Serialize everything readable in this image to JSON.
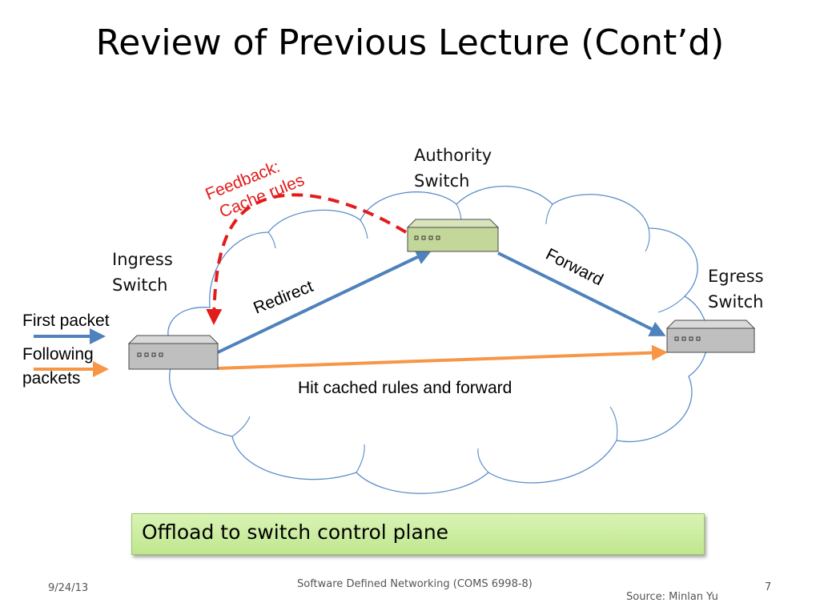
{
  "slide": {
    "title": "Review of Previous Lecture (Cont’d)"
  },
  "diagram": {
    "authority_switch_label": [
      "Authority",
      "Switch"
    ],
    "ingress_switch_label": [
      "Ingress",
      "Switch"
    ],
    "egress_switch_label": [
      "Egress",
      "Switch"
    ],
    "first_packet_label": "First packet",
    "following_packets_label": [
      "Following",
      "packets"
    ],
    "feedback_label": [
      "Feedback:",
      "Cache rules"
    ],
    "redirect_label": "Redirect",
    "forward_label": "Forward",
    "hit_cached_label": "Hit cached rules and forward",
    "colors": {
      "blue_arrow": "#4f81bd",
      "orange_arrow": "#f79646",
      "feedback_red": "#e31b1b",
      "cloud_stroke": "#5b8dc9",
      "authority_switch_fill": "#c4d79b",
      "edge_switch_fill": "#bfbfbf",
      "callout_fill": "#c9eda0"
    }
  },
  "callout": {
    "text": "Offload to switch control plane"
  },
  "footer": {
    "date": "9/24/13",
    "course": "Software Defined Networking (COMS 6998-8)",
    "page": "7",
    "source": "Source: Minlan Yu"
  }
}
